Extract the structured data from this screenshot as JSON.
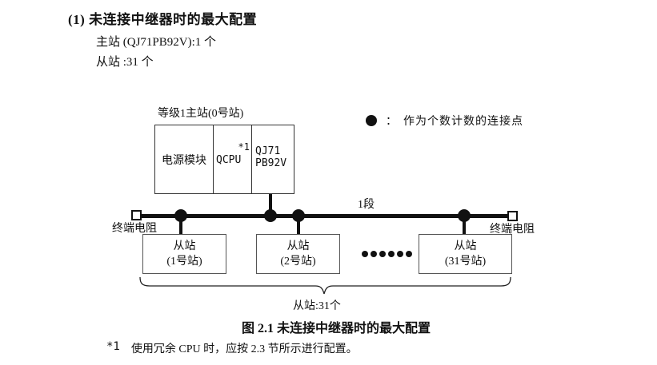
{
  "heading": {
    "title": "(1) 未连接中继器时的最大配置",
    "master_line": "主站 (QJ71PB92V):1 个",
    "slave_line": "从站 :31 个"
  },
  "legend": {
    "separator": "：",
    "label": "作为个数计数的连接点"
  },
  "diagram": {
    "master": {
      "label": "等级1主站(0号站)",
      "power_cell": "电源模块",
      "cpu_cell": "QCPU",
      "cpu_note": "*1",
      "pb_line1": "QJ71",
      "pb_line2": "PB92V"
    },
    "bus": {
      "segment_label": "1段",
      "terminator_left": "终端电阻",
      "terminator_right": "终端电阻"
    },
    "slaves": [
      {
        "line1": "从站",
        "line2": "(1号站)"
      },
      {
        "line1": "从站",
        "line2": "(2号站)"
      },
      {
        "line1": "从站",
        "line2": "(31号站)"
      }
    ],
    "brace_label": "从站:31个"
  },
  "caption": "图 2.1 未连接中继器时的最大配置",
  "footnote": {
    "marker": "*1",
    "text": "使用冗余 CPU 时，应按 2.3 节所示进行配置。"
  }
}
